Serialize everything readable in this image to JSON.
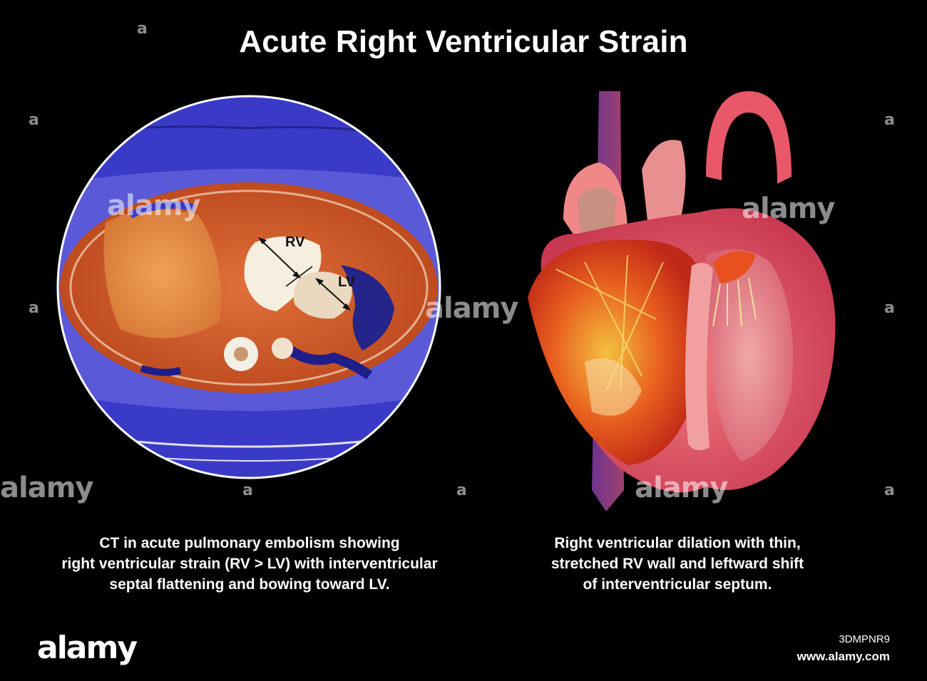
{
  "title": "Acute Right Ventricular Strain",
  "ct_panel": {
    "label_rv": "RV",
    "label_lv": "LV"
  },
  "captions": {
    "left": [
      "CT in acute pulmonary embolism showing",
      "right ventricular strain (RV > LV) with interventricular",
      "septal flattening and bowing toward LV."
    ],
    "right": [
      "Right ventricular dilation with thin,",
      "stretched RV wall and leftward shift",
      "of interventricular septum."
    ]
  },
  "watermark": {
    "text": "alamy",
    "small": "a"
  },
  "footer": {
    "brand": "alamy",
    "image_id": "3DMPNR9",
    "site": "www.alamy.com"
  },
  "colors": {
    "background": "#000000",
    "ct_blue": "#3a3ac8",
    "ct_orange": "#c8501e",
    "heart_red": "#d8465a"
  }
}
